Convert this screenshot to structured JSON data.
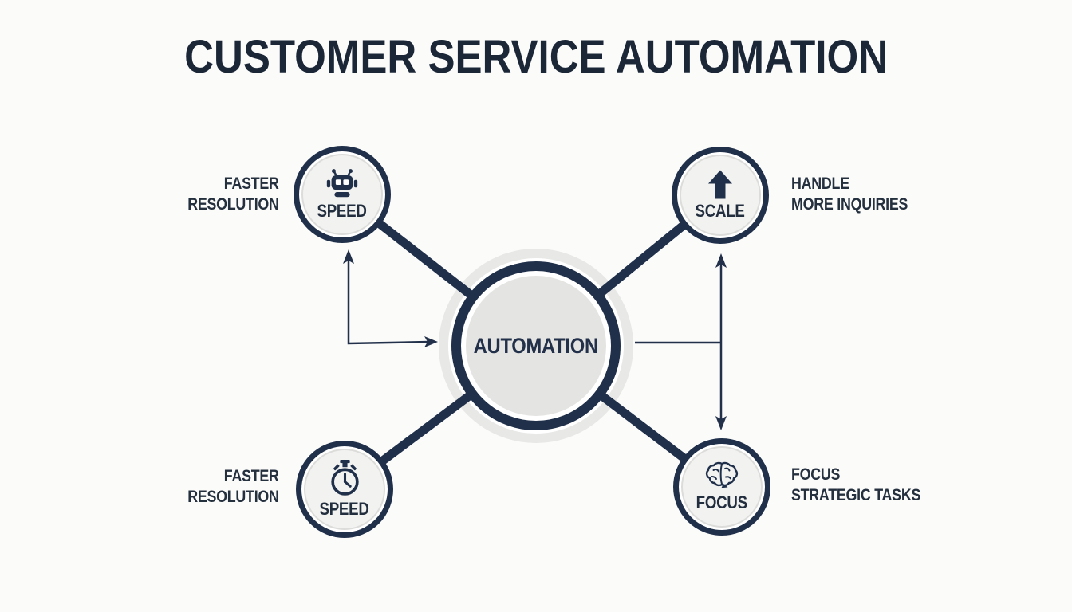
{
  "title": "CUSTOMER SERVICE AUTOMATION",
  "center": {
    "label": "AUTOMATION"
  },
  "nodes": [
    {
      "label": "SPEED",
      "icon": "robot-icon",
      "position": "top-left",
      "annotation": {
        "line1": "FASTER",
        "line2": "RESOLUTION"
      }
    },
    {
      "label": "SCALE",
      "icon": "arrow-up-icon",
      "position": "top-right",
      "annotation": {
        "line1": "HANDLE",
        "line2": "MORE INQUIRIES"
      }
    },
    {
      "label": "SPEED",
      "icon": "stopwatch-icon",
      "position": "bottom-left",
      "annotation": {
        "line1": "FASTER",
        "line2": "RESOLUTION"
      }
    },
    {
      "label": "FOCUS",
      "icon": "brain-icon",
      "position": "bottom-right",
      "annotation": {
        "line1": "FOCUS",
        "line2": "STRATEGIC TASKS"
      }
    }
  ],
  "colors": {
    "navy": "#20304a",
    "title_text": "#1b2737",
    "halo_gray": "#e8e8e6",
    "node_fill": "#f2f2f0",
    "center_fill": "#e4e4e2",
    "background": "#fbfbfa"
  }
}
